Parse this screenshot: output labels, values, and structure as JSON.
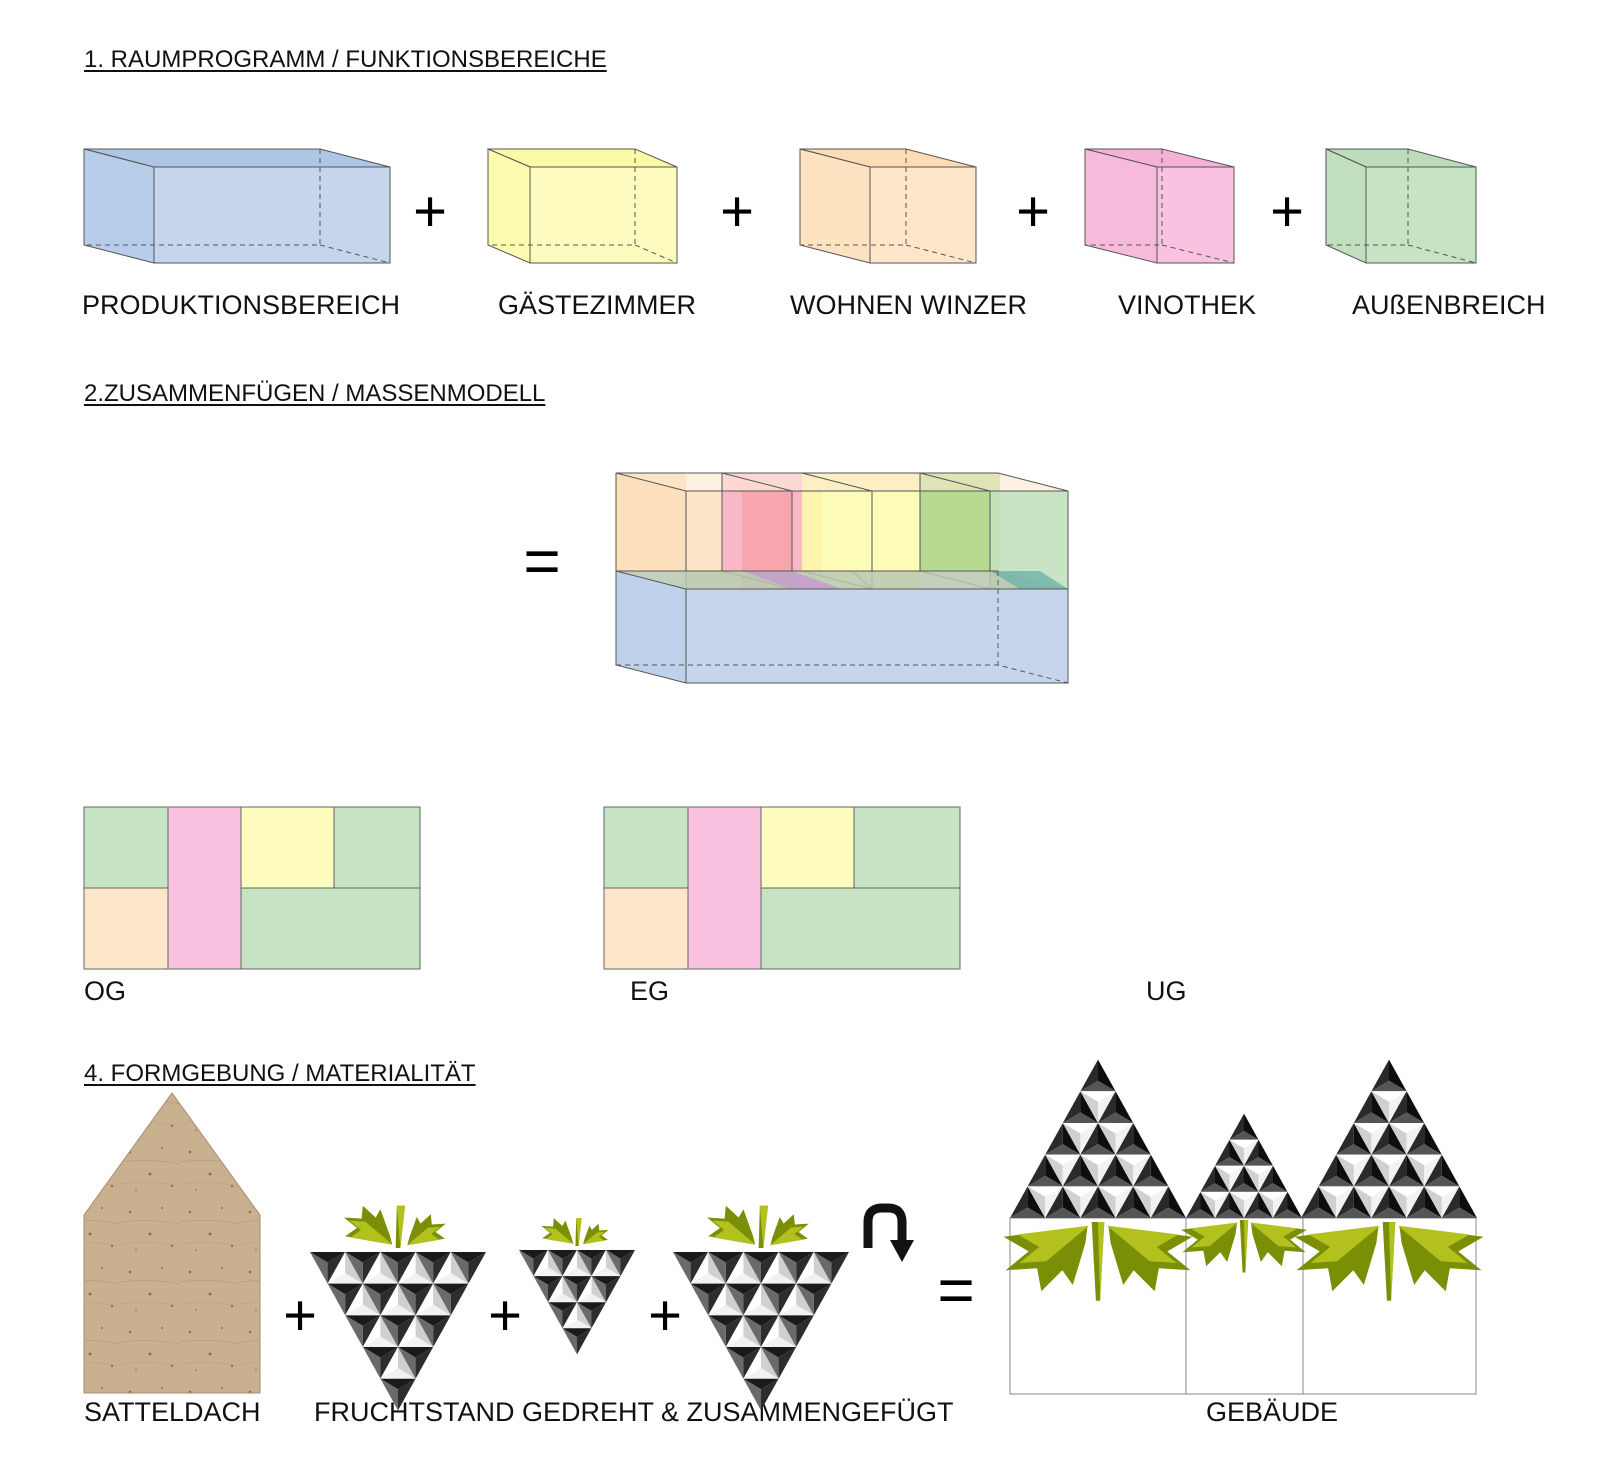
{
  "headings": {
    "section1": "1. RAUMPROGRAMM / FUNKTIONSBEREICHE",
    "section2": "2.ZUSAMMENFÜGEN / MASSENMODELL",
    "section4": "4. FORMGEBUNG / MATERIALITÄT"
  },
  "functions": [
    {
      "label": "PRODUKTIONSBEREICH",
      "color": "#c5d6ec"
    },
    {
      "label": "GÄSTEZIMMER",
      "color": "#fdfcb6"
    },
    {
      "label": "WOHNEN WINZER",
      "color": "#fde5c6"
    },
    {
      "label": "VINOTHEK",
      "color": "#f8c0df"
    },
    {
      "label": "AUßENBREICH",
      "color": "#c5e3c3"
    }
  ],
  "operators": {
    "plus": "+",
    "equals": "="
  },
  "floors": {
    "og": "OG",
    "eg": "EG",
    "ug": "UG"
  },
  "form": {
    "roof": "SATTELDACH",
    "fruit": "FRUCHTSTAND GEDREHT & ZUSAMMENGEFÜGT",
    "building": "GEBÄUDE"
  },
  "colors": {
    "leaf_dark": "#7b8f06",
    "leaf_light": "#b3c11e",
    "wood": "#c9b090",
    "line": "#555555"
  }
}
